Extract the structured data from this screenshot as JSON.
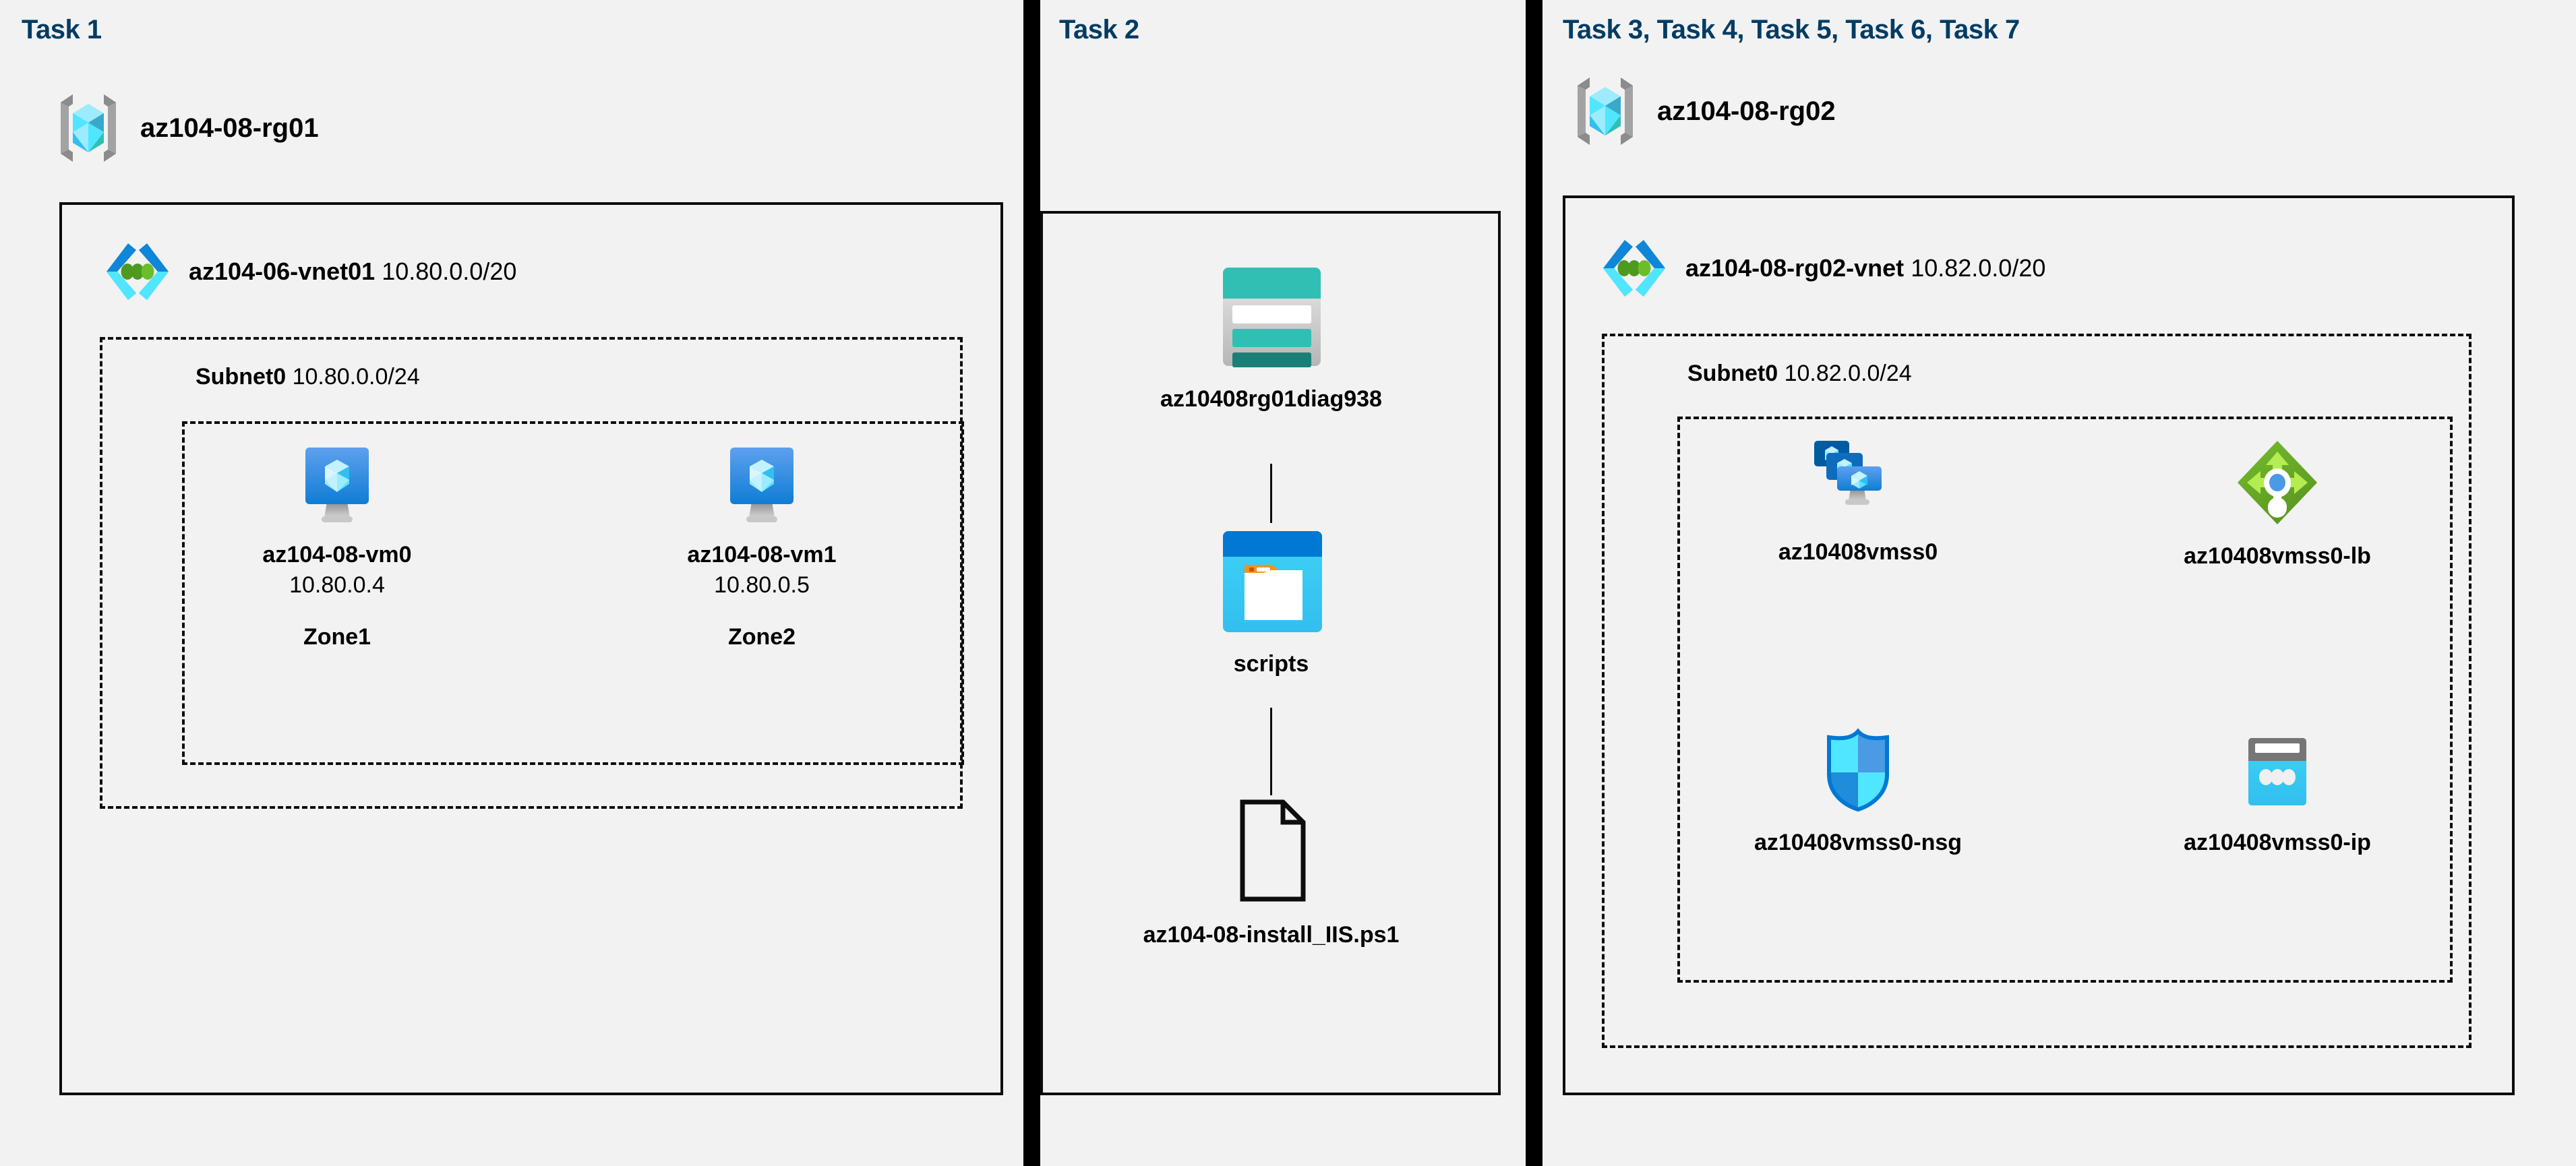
{
  "diagram": {
    "background": "#f2f2f2",
    "title_color": "#003c64",
    "border_color": "#0d0d0d"
  },
  "columns": [
    {
      "id": "task1",
      "title": "Task 1",
      "resource_group": {
        "name": "az104-08-rg01",
        "icon": "resource-group-icon"
      },
      "vnet": {
        "name": "az104-06-vnet01",
        "cidr": "10.80.0.0/20",
        "icon": "virtual-network-icon"
      },
      "subnet": {
        "name": "Subnet0",
        "cidr": "10.80.0.0/24"
      },
      "vms": [
        {
          "name": "az104-08-vm0",
          "ip": "10.80.0.4",
          "zone": "Zone1",
          "icon": "virtual-machine-icon"
        },
        {
          "name": "az104-08-vm1",
          "ip": "10.80.0.5",
          "zone": "Zone2",
          "icon": "virtual-machine-icon"
        }
      ]
    },
    {
      "id": "task2",
      "title": "Task 2",
      "items": [
        {
          "name": "az10408rg01diag938",
          "icon": "storage-account-icon"
        },
        {
          "name": "scripts",
          "icon": "blob-container-icon"
        },
        {
          "name": "az104-08-install_IIS.ps1",
          "icon": "file-icon"
        }
      ]
    },
    {
      "id": "task3",
      "title": "Task 3, Task 4, Task 5, Task 6, Task 7",
      "resource_group": {
        "name": "az104-08-rg02",
        "icon": "resource-group-icon"
      },
      "vnet": {
        "name": "az104-08-rg02-vnet",
        "cidr": "10.82.0.0/20",
        "icon": "virtual-network-icon"
      },
      "subnet": {
        "name": "Subnet0",
        "cidr": "10.82.0.0/24"
      },
      "resources": [
        {
          "name": "az10408vmss0",
          "icon": "vm-scale-set-icon"
        },
        {
          "name": "az10408vmss0-lb",
          "icon": "load-balancer-icon"
        },
        {
          "name": "az10408vmss0-nsg",
          "icon": "network-security-group-icon"
        },
        {
          "name": "az10408vmss0-ip",
          "icon": "public-ip-address-icon"
        }
      ]
    }
  ],
  "colors": {
    "azure_blue": "#0078d4",
    "azure_cyan": "#50e6ff",
    "rg_gray": "#a3a3a3",
    "vnet_blue": "#0f86d8",
    "vnet_green": "#4d9a1f",
    "storage_teal": "#32bfb3",
    "lb_green": "#6cae2a",
    "nsg_blue": "#32bfef",
    "ip_gray": "#767676"
  }
}
